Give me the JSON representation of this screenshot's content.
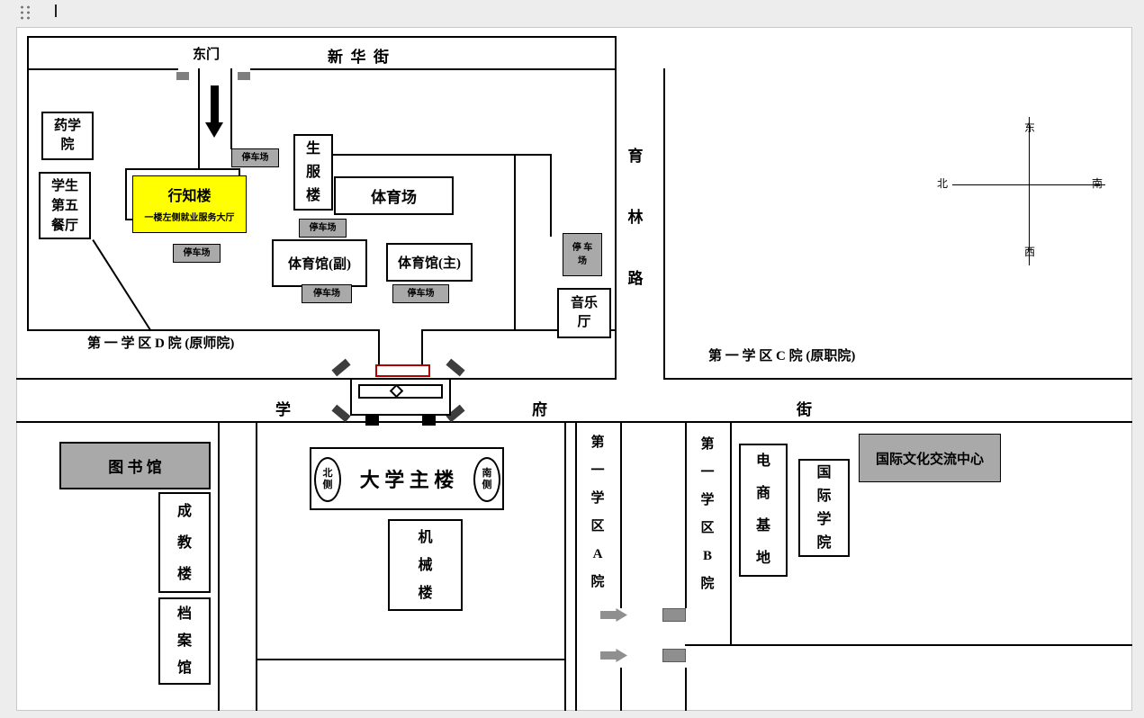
{
  "streets": {
    "xinhua": "新  华  街",
    "yulin": "育\n林\n路",
    "xuefu_xue": "学",
    "xuefu_fu": "府",
    "xuefu_jie": "街"
  },
  "gate_labels": {
    "east_gate": "东门"
  },
  "districts": {
    "d": "第 一 学 区 D 院 (原师院)",
    "c": "第 一 学 区 C 院 (原职院)",
    "a": "第\n一\n学\n区\nA\n院",
    "b": "第\n一\n学\n区\nB\n院"
  },
  "buildings": {
    "pharmacy": "药学\n院",
    "cafeteria": "学生\n第五\n餐厅",
    "xingzhi_title": "行知楼",
    "xingzhi_note": "一楼左侧就业服务大厅",
    "shengfu": "生\n服\n楼",
    "stadium": "体育场",
    "gym_aux": "体育馆(副)",
    "gym_main": "体育馆(主)",
    "music_hall": "音乐\n厅",
    "library": "图 书 馆",
    "adult_edu": "成\n教\n楼",
    "archives": "档\n案\n馆",
    "main_building": "大 学 主 楼",
    "main_north": "北\n侧",
    "main_south": "南\n侧",
    "machinery": "机\n械\n楼",
    "ecommerce_base": "电\n商\n基\n地",
    "intl_college": "国\n际\n学\n院",
    "intl_center": "国际文化交流中心"
  },
  "parking": {
    "label": "停车场",
    "label_wrapped": "停 车\n场"
  },
  "compass": {
    "top": "东",
    "left": "北",
    "right": "南",
    "bottom": "西"
  },
  "colors": {
    "highlight_yellow": "#ffff00",
    "fill_gray": "#a9a9a9",
    "gate_red": "#b00000"
  }
}
